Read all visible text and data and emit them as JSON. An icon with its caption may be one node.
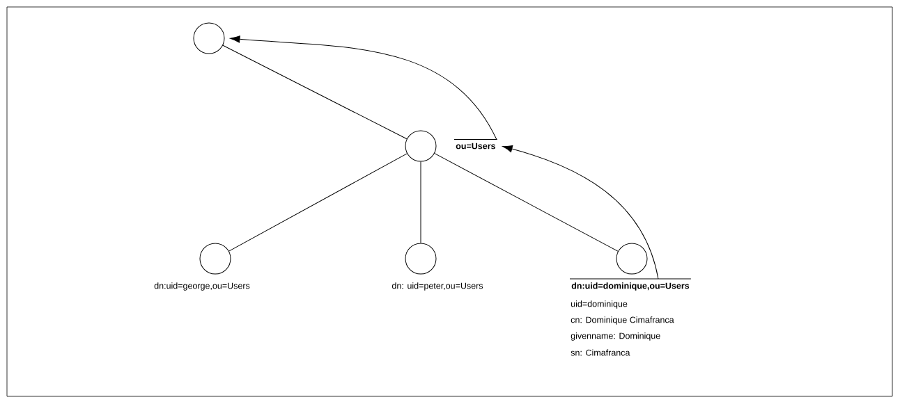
{
  "diagram": {
    "nodes": [
      {
        "text": [],
        "shape": "circle"
      },
      {
        "text": [],
        "shape": "circle"
      },
      {
        "text": [],
        "shape": "circle",
        "beside": [
          "dn:uid=george,ou=Users"
        ]
      },
      {
        "text": [],
        "shape": "circle",
        "beside": [
          "dn: uid=peter,ou=Users"
        ]
      },
      {
        "text": [],
        "shape": "circle"
      },
      {
        "text": [
          "ou=Users"
        ]
      },
      {
        "text": [
          "dn:uid=dominique,ou=Users"
        ],
        "beside": [
          "uid=dominique",
          "cn: Dominique Cimafranca",
          "givenname: Dominique",
          "sn: Cimafranca"
        ]
      }
    ],
    "edges": [
      {
        "from": 0,
        "to": 1,
        "arrow": "none"
      },
      {
        "from": 1,
        "to": 2,
        "arrow": "none"
      },
      {
        "from": 1,
        "to": 3,
        "arrow": "none"
      },
      {
        "from": 1,
        "to": 4,
        "arrow": "none"
      },
      {
        "from": 6,
        "to": 5,
        "arrow": "to"
      },
      {
        "from": 5,
        "to": 0,
        "arrow": "to"
      }
    ]
  }
}
